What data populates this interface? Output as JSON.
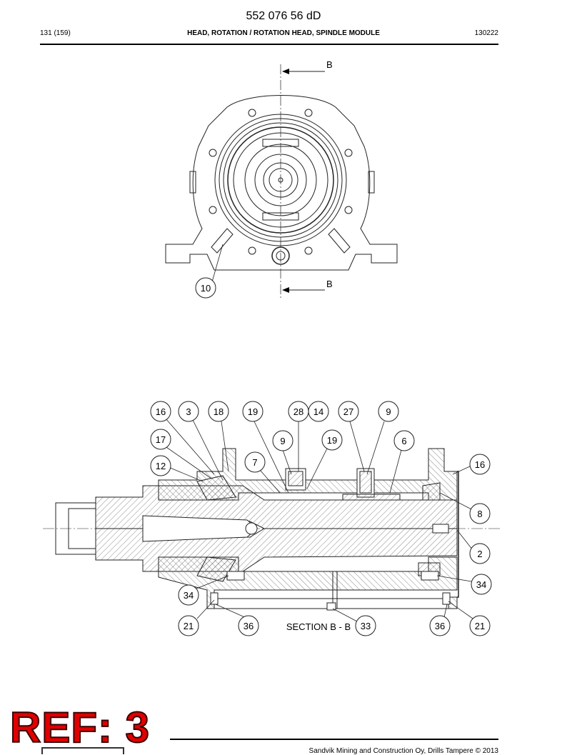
{
  "header": {
    "doc_number": "552 076 56 dD",
    "page": "131 (159)",
    "title": "HEAD, ROTATION / ROTATION HEAD, SPINDLE MODULE",
    "date_code": "130222"
  },
  "top_view": {
    "section_marker_top": "B",
    "section_marker_bottom": "B",
    "callouts": [
      "10"
    ]
  },
  "section_view": {
    "caption": "SECTION  B - B",
    "callouts": [
      "16",
      "3",
      "18",
      "19",
      "28",
      "14",
      "27",
      "9",
      "17",
      "9",
      "19",
      "6",
      "12",
      "7",
      "16",
      "8",
      "2",
      "34",
      "34",
      "21",
      "36",
      "33",
      "36",
      "21"
    ]
  },
  "ref_label": "REF: 3",
  "footer": {
    "copyright": "Sandvik Mining and Construction Oy, Drills Tampere © 2013"
  }
}
